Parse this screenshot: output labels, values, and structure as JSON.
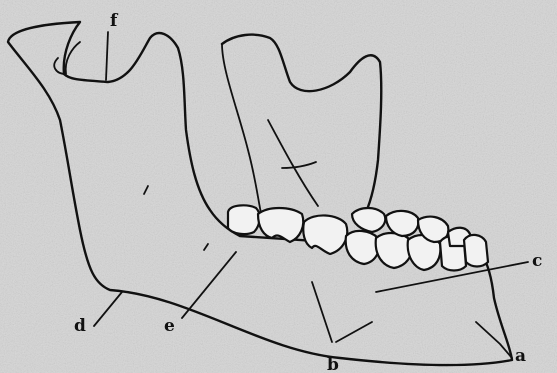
{
  "labels": {
    "a": "a",
    "b": "b",
    "c": "c",
    "d": "d",
    "e": "e",
    "f": "f"
  },
  "colors": {
    "paper": "#d4d4d4",
    "ink": "#111111"
  }
}
